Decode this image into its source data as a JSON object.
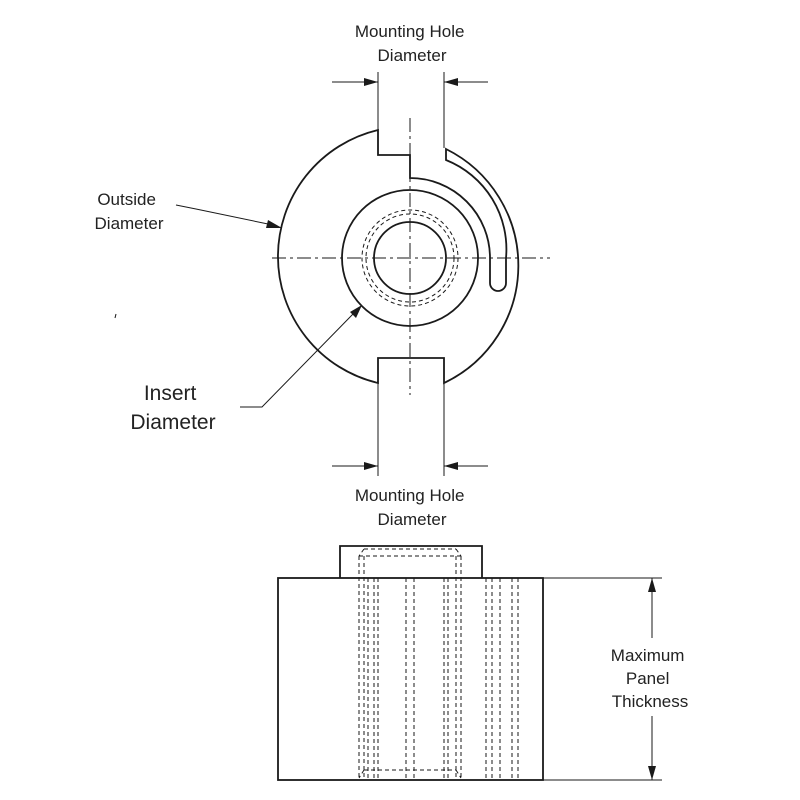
{
  "labels": {
    "mounting_hole_top": [
      "Mounting Hole",
      "Diameter"
    ],
    "outside_diameter": [
      "Outside",
      "Diameter"
    ],
    "insert_diameter": [
      "Insert",
      "Diameter"
    ],
    "mounting_hole_bottom": [
      "Mounting Hole",
      "Diameter"
    ],
    "max_panel_thickness": [
      "Maximum",
      "Panel",
      "Thickness"
    ]
  }
}
